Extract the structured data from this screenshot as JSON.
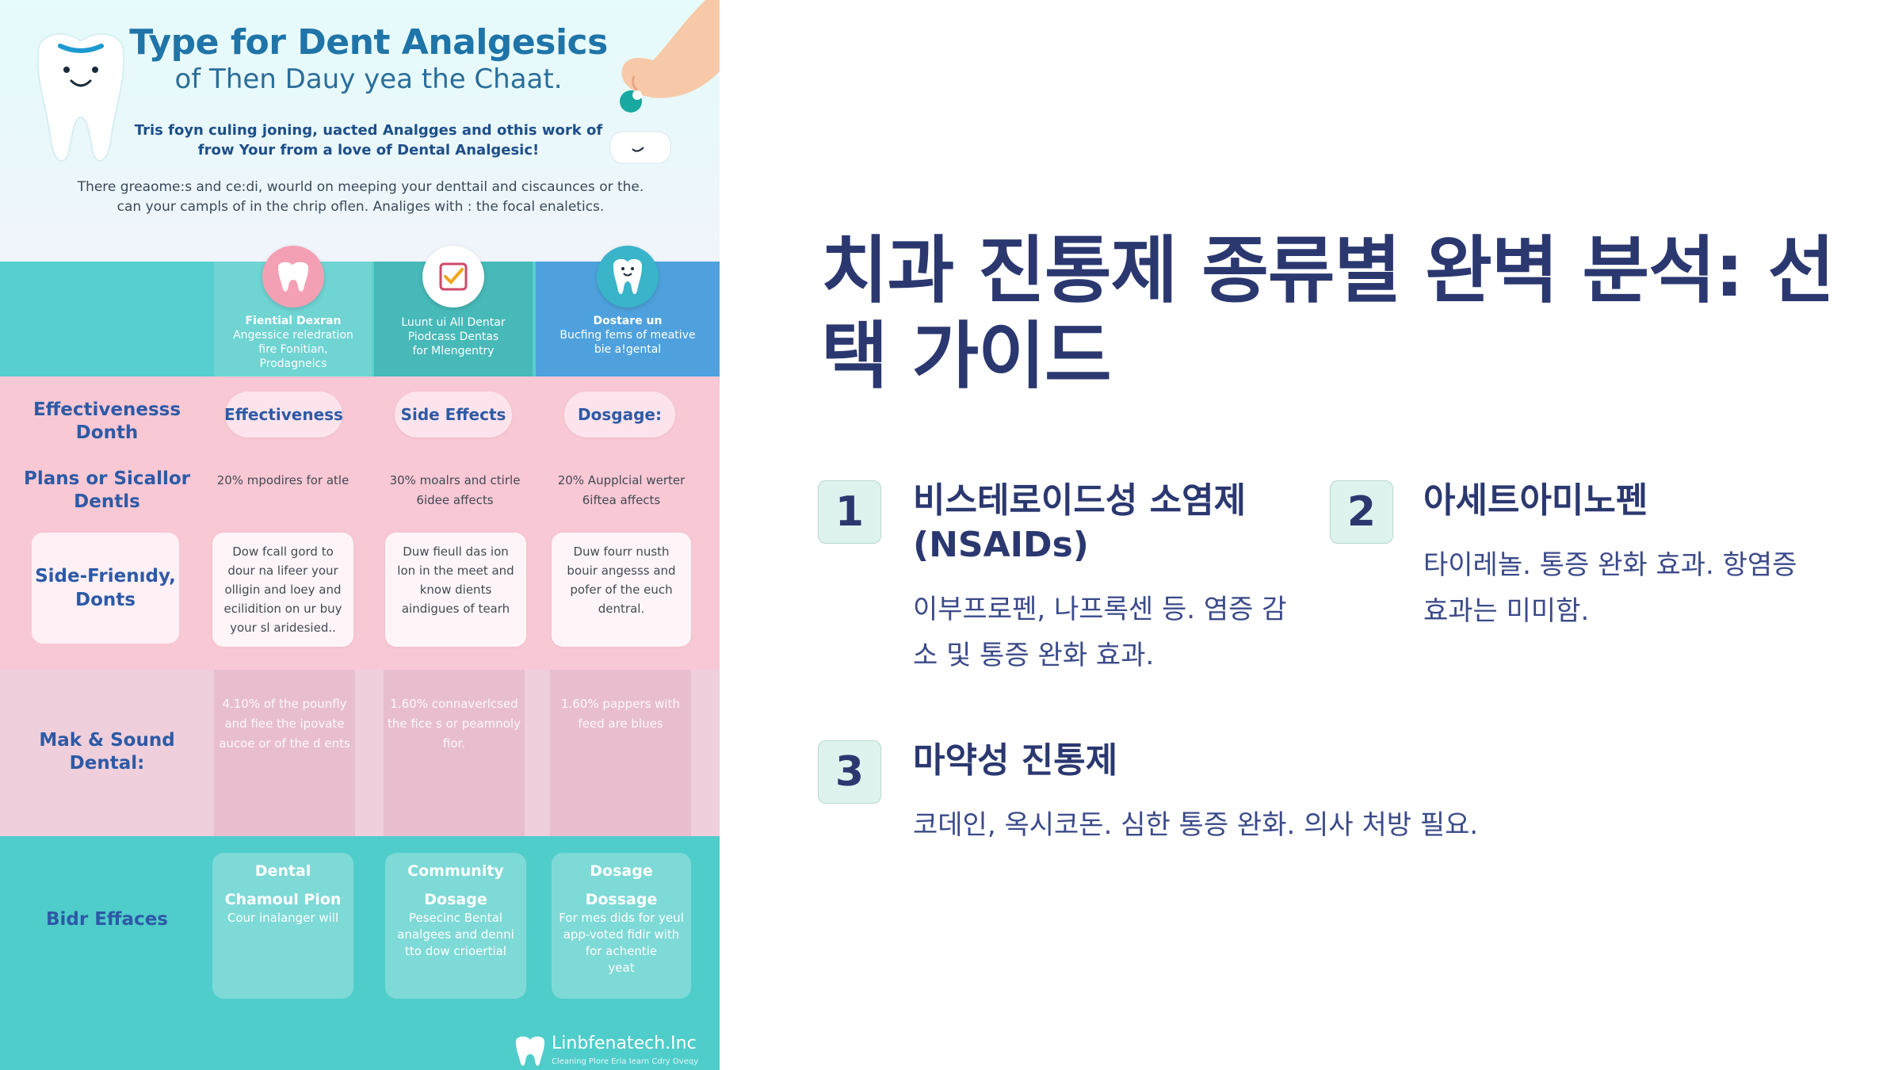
{
  "infographic": {
    "title": "Type for Dent Analgesics",
    "subtitle": "of Then Dauy yea the Chaat.",
    "lead_line1": "Tris foyn culing joning, uacted Analgges and othis work of",
    "lead_line2": "frow Your from a love of Dental Analgesic!",
    "intro_line1": "There greaome:s and ce:di, wourld on meeping your denttail and ciscaunces or the.",
    "intro_line2": "can your campls of in the chrip oflen. Analiges with : the focal enaletics.",
    "columns": [
      {
        "title": "Fiential Dexran",
        "lines": [
          "Angessice reledration",
          "fire Fonitian,",
          "Prodagneics"
        ],
        "icon": "tooth-pair-icon"
      },
      {
        "title": "Luunt ui All Dentar",
        "lines": [
          "",
          "Piodcass Dentas",
          "for Mlengentry"
        ],
        "icon": "checklist-icon"
      },
      {
        "title": "Dostare un",
        "lines": [
          "Bucfing fems of meative",
          "bie a!gental"
        ],
        "icon": "smiling-tooth-icon"
      }
    ],
    "rows": {
      "label1_line1": "Effectivenesss",
      "label1_line2": "Donth",
      "pills": [
        "Effectiveness",
        "Side Effects",
        "Dosgage:"
      ],
      "label2_line1": "Plans or Sicallor",
      "label2_line2": "Dentls",
      "row2": [
        [
          "20% mpodires for atle"
        ],
        [
          "30% moalrs and ctirle",
          "6idee affects"
        ],
        [
          "20% Aupplcial werter",
          "6iftea affects"
        ]
      ],
      "label3_line1": "Side-Frienıdy,",
      "label3_line2": "Donts",
      "cards": [
        [
          "Dow fcall gord to",
          "dour na lifeer your",
          "olligin and loey and",
          "ecilidition on ur buy",
          "your sl aridesied.."
        ],
        [
          "Duw fieull das ion",
          "lon in the meet and",
          "know dients",
          "aindigues of tearh"
        ],
        [
          "Duw fourr nusth",
          "bouir angesss and",
          "pofer of the euch",
          "dentral."
        ]
      ],
      "label4_line1": "Mak & Sound",
      "label4_line2": "Dental:",
      "faded": [
        [
          "4.10% of the pounfly",
          "and fiee the ipovate",
          "aucoe or of the d ents"
        ],
        [
          "1.60% connaverlcsed",
          "the fice s or peamnoly",
          "fior."
        ],
        [
          "1.60% pappers with",
          "feed are blues"
        ]
      ],
      "label5": "Bidr Effaces",
      "teal_cards": [
        {
          "head": "Dental",
          "sub": "Chamoul Pion",
          "lines": [
            "Cour inalanger will"
          ]
        },
        {
          "head": "Community",
          "sub": "Dosage",
          "lines": [
            "Pesecinc Bental",
            "analgees and denni",
            "tto dow crioertial"
          ]
        },
        {
          "head": "Dosage",
          "sub": "Dossage",
          "lines": [
            "For mes dids for yeul",
            "app-voted fidir with",
            "for achentie",
            "yeat"
          ]
        }
      ]
    },
    "brand_name": "Linbfenatech.Inc",
    "brand_tagline": "Cleaning Plore Eria Iearn Cdry Oveqy"
  },
  "slide": {
    "title_line1": "치과 진통제 종류별 완벽 분석: 선",
    "title_line2": "택 가이드",
    "options": [
      {
        "number": "1",
        "title_line1": "비스테로이드성 소염제",
        "title_line2": "(NSAIDs)",
        "desc_line1": "이부프로펜, 나프록센 등. 염증 감",
        "desc_line2": "소 및 통증 완화 효과."
      },
      {
        "number": "2",
        "title_line1": "아세트아미노펜",
        "desc_line1": "타이레놀. 통증 완화 효과. 항염증",
        "desc_line2": "효과는 미미함."
      },
      {
        "number": "3",
        "title_line1": "마약성 진통제",
        "desc_line1": "코데인, 옥시코돈. 심한 통증 완화. 의사 처방 필요."
      }
    ]
  },
  "colors": {
    "navy": "#2b3870",
    "badge_bg": "#dff3ee",
    "teal": "#56cfd0",
    "pink": "#f8c8d4"
  }
}
